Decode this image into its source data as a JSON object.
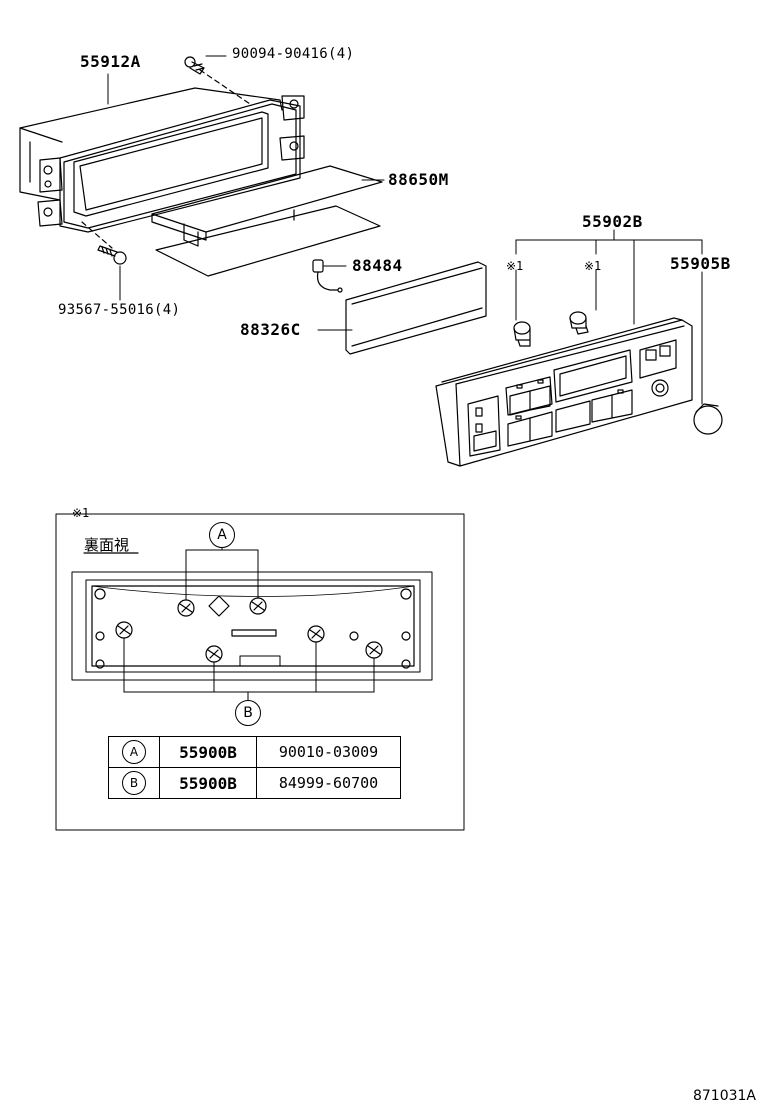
{
  "labels": {
    "bracket": "55912A",
    "bracket_screw": "90094-90416(4)",
    "screw_bottom": "93567-55016(4)",
    "plate": "88650M",
    "sensor": "88484",
    "cover": "88326C",
    "panel": "55902B",
    "knob": "55905B",
    "bulb_note_1": "※1",
    "bulb_note_2": "※1"
  },
  "inset": {
    "note": "※1",
    "title": "裏面視",
    "callout_a": "A",
    "callout_b": "B"
  },
  "ref_table": [
    {
      "letter": "A",
      "part": "55900B",
      "number": "90010-03009"
    },
    {
      "letter": "B",
      "part": "55900B",
      "number": "84999-60700"
    }
  ],
  "diagram_id": "871031A",
  "colors": {
    "line": "#000000",
    "background": "#ffffff"
  }
}
